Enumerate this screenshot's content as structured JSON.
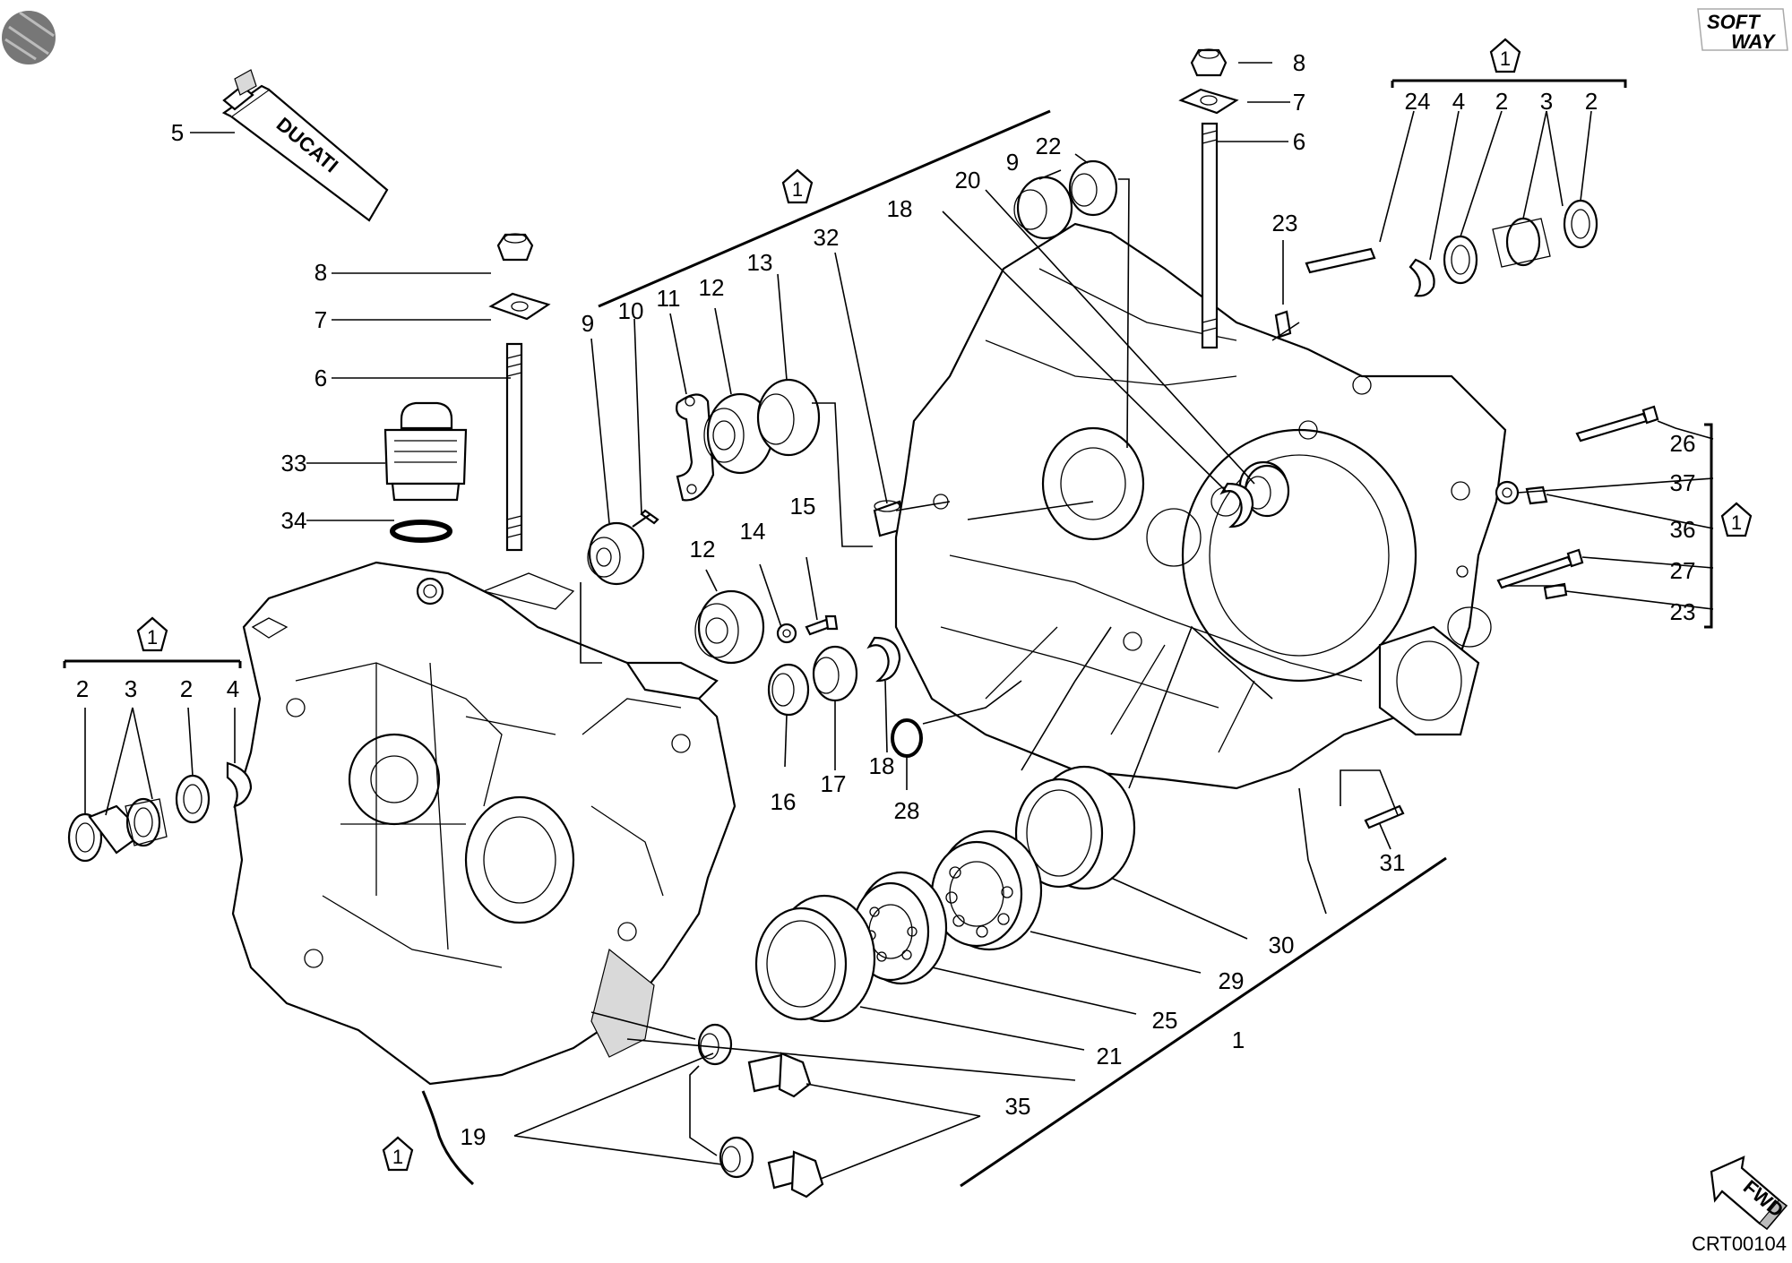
{
  "diagram": {
    "drawing_code": "CRT00104",
    "brand_logo": {
      "line1": "SOFT",
      "line2": "WAY"
    },
    "fwd_label": "FWD",
    "tube_label": "DUCATI",
    "kit_marker": "1",
    "callouts": {
      "c5": "5",
      "c8a": "8",
      "c7a": "7",
      "c6a": "6",
      "c33": "33",
      "c34": "34",
      "l2a": "2",
      "l3": "3",
      "l2b": "2",
      "l4": "4",
      "c9a": "9",
      "c10": "10",
      "c11": "11",
      "c12a": "12",
      "c13": "13",
      "c32": "32",
      "c12b": "12",
      "c14": "14",
      "c15": "15",
      "c16": "16",
      "c17": "17",
      "c18a": "18",
      "c28": "28",
      "c18b": "18",
      "c20": "20",
      "c9b": "9",
      "c22": "22",
      "c8b": "8",
      "c7b": "7",
      "c6b": "6",
      "c23a": "23",
      "r24": "24",
      "r4": "4",
      "r2a": "2",
      "r3": "3",
      "r2b": "2",
      "c26": "26",
      "c37": "37",
      "c36": "36",
      "c27": "27",
      "c23b": "23",
      "c31": "31",
      "c30": "30",
      "c29": "29",
      "c25": "25",
      "c21": "21",
      "c1": "1",
      "c35": "35",
      "c19": "19"
    }
  }
}
